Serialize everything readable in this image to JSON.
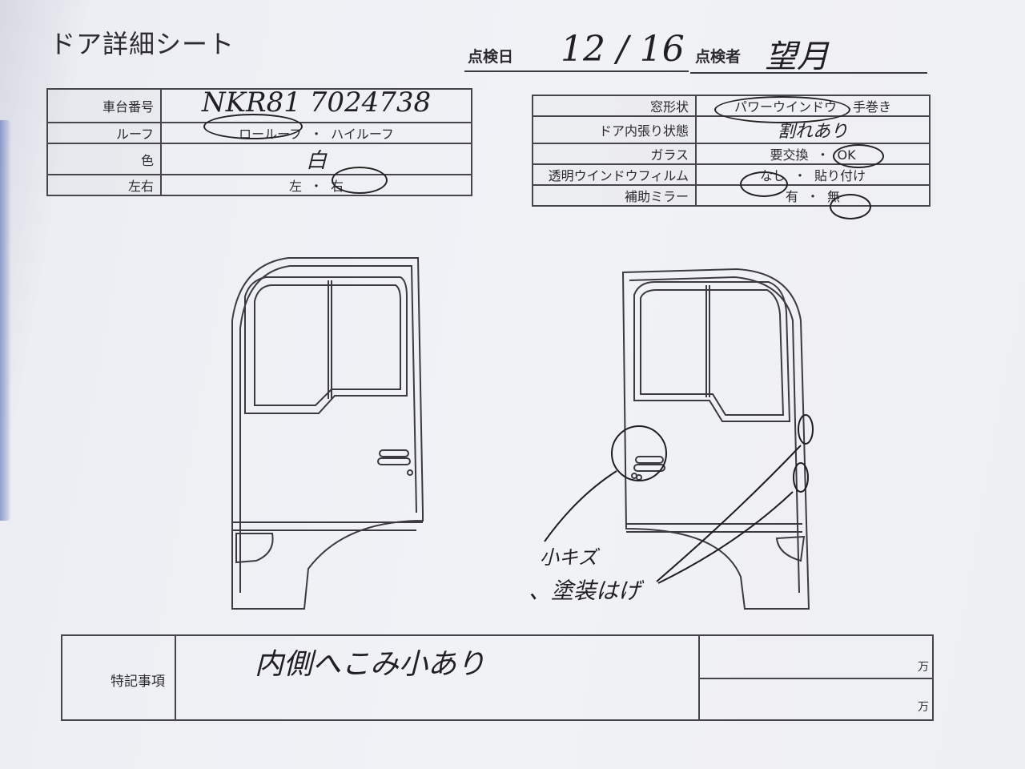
{
  "sheet": {
    "title": "ドア詳細シート"
  },
  "header": {
    "inspection_date_label": "点検日",
    "inspection_date_value": "12 / 16",
    "inspector_label": "点検者",
    "inspector_value": "望月"
  },
  "left_table": {
    "rows": [
      {
        "label": "車台番号",
        "value": "NKR81 7024738"
      },
      {
        "label": "ルーフ",
        "options": [
          "ロールーフ",
          "・",
          "ハイルーフ"
        ]
      },
      {
        "label": "色",
        "value": "白"
      },
      {
        "label": "左右",
        "options": [
          "左",
          "・",
          "右"
        ]
      }
    ]
  },
  "right_table": {
    "rows": [
      {
        "label": "窓形状",
        "options": [
          "パワーウインドウ",
          "手巻き"
        ]
      },
      {
        "label": "ドア内張り状態",
        "value": "割れあり"
      },
      {
        "label": "ガラス",
        "options": [
          "要交換",
          "・",
          "OK"
        ]
      },
      {
        "label": "透明ウインドウフィルム",
        "options": [
          "なし",
          "・",
          "貼り付け"
        ]
      },
      {
        "label": "補助ミラー",
        "options": [
          "有",
          "・",
          "無"
        ]
      }
    ]
  },
  "annotations": {
    "scratch": "小キズ",
    "paint_peel": "、塗装はげ"
  },
  "notes": {
    "label": "特記事項",
    "value": "内側へこみ小あり",
    "unit_1": "万",
    "unit_2": "万"
  }
}
